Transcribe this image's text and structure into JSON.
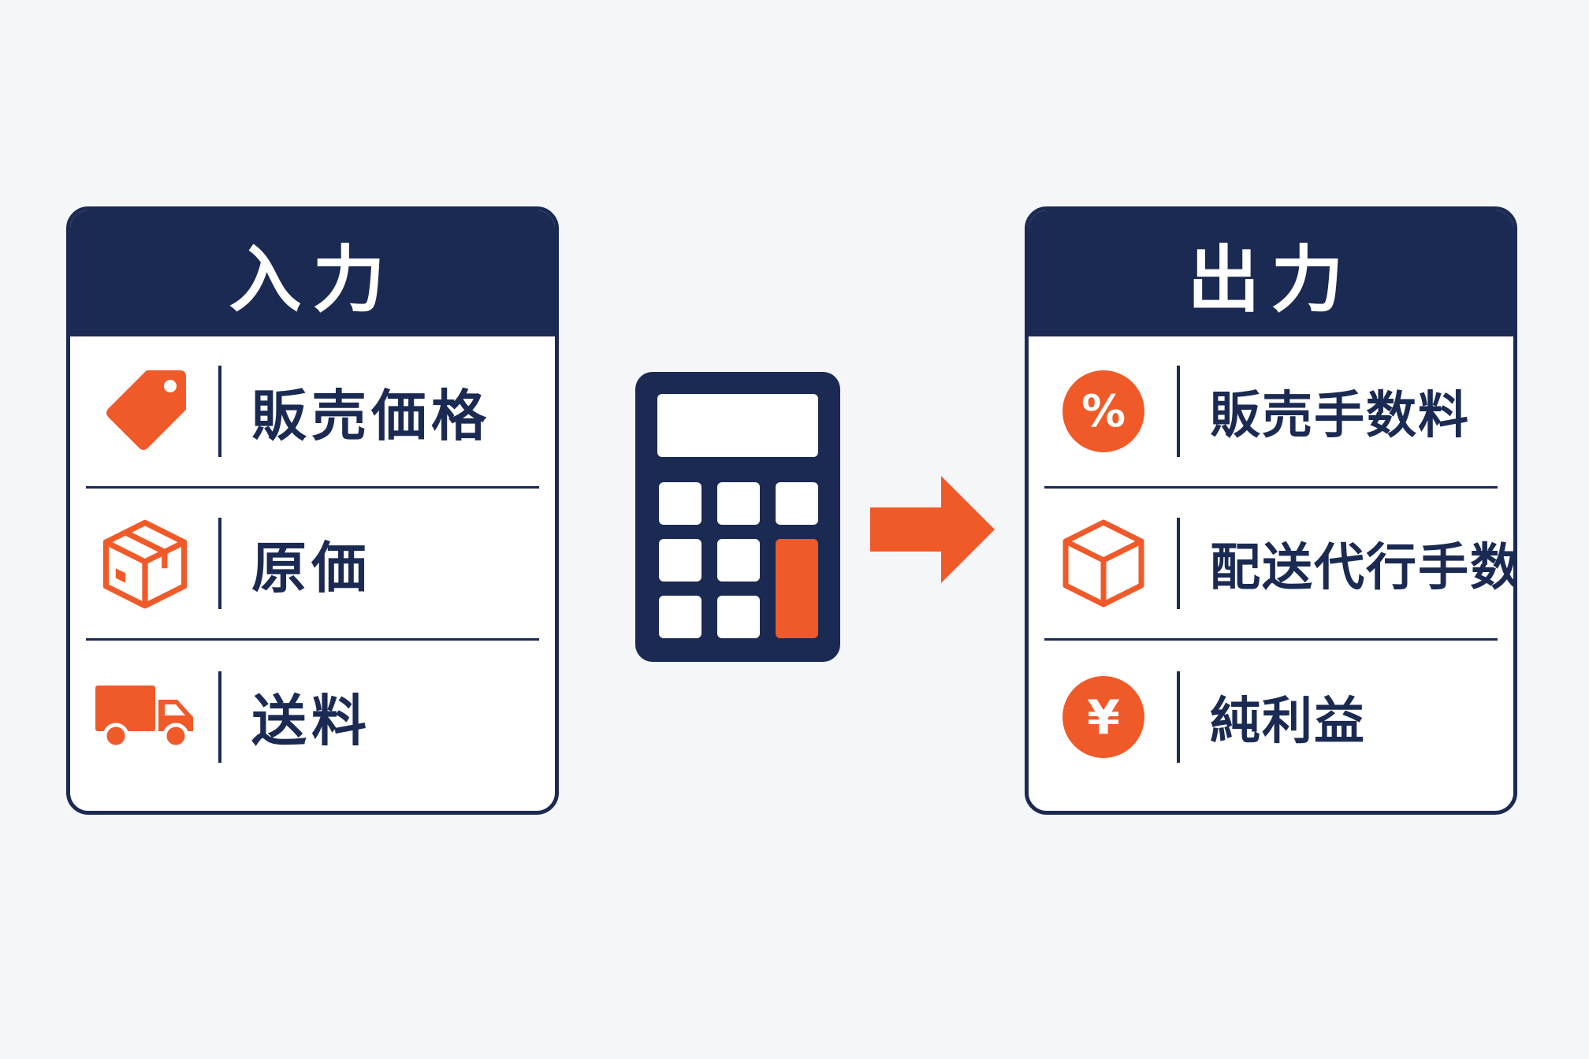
{
  "input_panel": {
    "title": "入力",
    "items": [
      {
        "label": "販売価格",
        "icon": "price-tag-icon"
      },
      {
        "label": "原価",
        "icon": "box-icon"
      },
      {
        "label": "送料",
        "icon": "truck-icon"
      }
    ]
  },
  "output_panel": {
    "title": "出力",
    "items": [
      {
        "label": "販売手数料",
        "icon": "percent-icon",
        "symbol": "%"
      },
      {
        "label": "配送代行手数料",
        "icon": "cube-icon"
      },
      {
        "label": "純利益",
        "icon": "yen-icon",
        "symbol": "¥"
      }
    ]
  },
  "center": {
    "calculator_icon": "calculator-icon",
    "arrow_icon": "arrow-right-icon"
  },
  "colors": {
    "navy": "#1b2a52",
    "orange": "#f05a28",
    "background": "#f5f6f8",
    "white": "#ffffff"
  }
}
